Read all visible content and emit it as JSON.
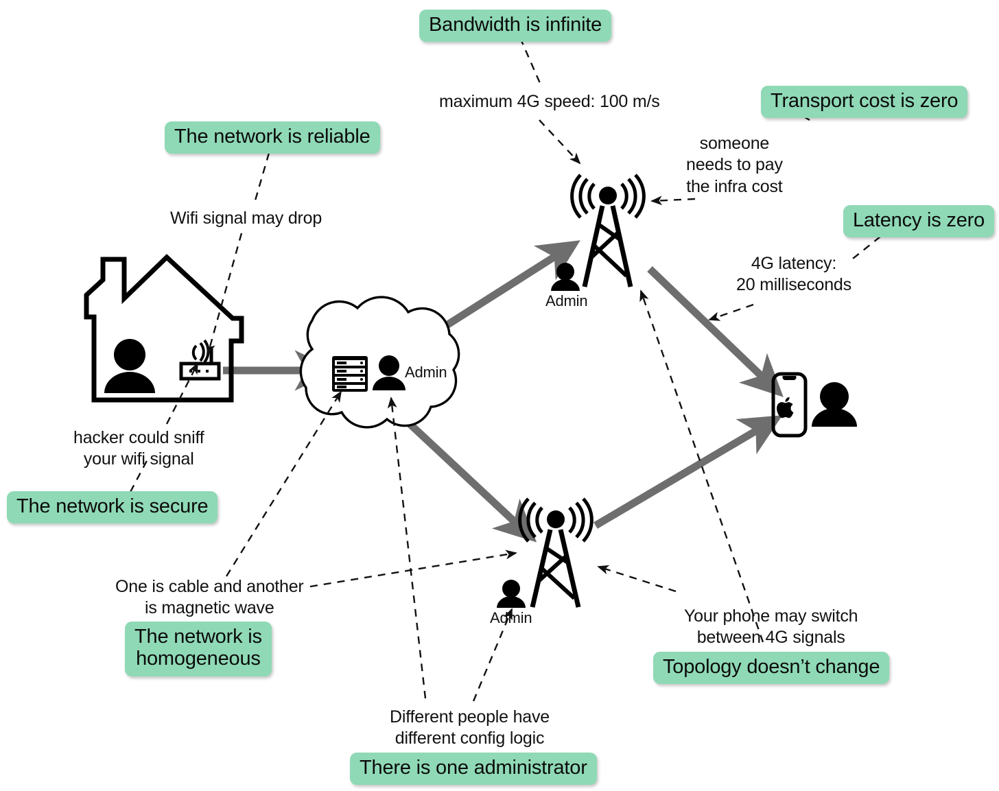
{
  "diagram": {
    "title": "Fallacies of distributed computing illustrated with a home wifi, cloud and 4G network",
    "colors": {
      "fallacy_badge_bg": "#8FD9B6",
      "fallacy_badge_text": "#0b0b0b",
      "flow_arrow": "#6E6E6E",
      "annotation_line": "#111111",
      "icon_stroke": "#000000",
      "background": "#FFFFFF"
    },
    "fallacies": [
      {
        "id": "bandwidth",
        "label": "Bandwidth is infinite"
      },
      {
        "id": "transport-cost",
        "label": "Transport cost is zero"
      },
      {
        "id": "latency",
        "label": "Latency is zero"
      },
      {
        "id": "reliable",
        "label": "The network is reliable"
      },
      {
        "id": "secure",
        "label": "The network is secure"
      },
      {
        "id": "homogeneous",
        "label": "The network is\nhomogeneous"
      },
      {
        "id": "one-admin",
        "label": "There is one administrator"
      },
      {
        "id": "topology",
        "label": "Topology doesn’t change"
      }
    ],
    "notes": [
      {
        "id": "max-speed",
        "text": "maximum 4G speed: 100 m/s"
      },
      {
        "id": "infra-cost",
        "text": "someone\nneeds to pay\nthe infra cost"
      },
      {
        "id": "4g-latency",
        "text": "4G latency:\n20 milliseconds"
      },
      {
        "id": "wifi-drop",
        "text": "Wifi signal may drop"
      },
      {
        "id": "hacker-sniff",
        "text": "hacker could sniff\nyour wifi signal"
      },
      {
        "id": "cable-vs-wave",
        "text": "One is cable and another\nis magnetic wave"
      },
      {
        "id": "config-logic",
        "text": "Different people have\ndifferent config logic"
      },
      {
        "id": "phone-switch",
        "text": "Your phone may switch\nbetween 4G signals"
      }
    ],
    "nodes": [
      {
        "id": "house",
        "label": ""
      },
      {
        "id": "router",
        "label": ""
      },
      {
        "id": "cloud",
        "label": ""
      },
      {
        "id": "server",
        "label": ""
      },
      {
        "id": "cloud-admin",
        "label": "Admin"
      },
      {
        "id": "tower-top",
        "label": ""
      },
      {
        "id": "tower-top-admin",
        "label": "Admin"
      },
      {
        "id": "tower-bottom",
        "label": ""
      },
      {
        "id": "tower-bottom-admin",
        "label": "Admin"
      },
      {
        "id": "phone",
        "label": ""
      },
      {
        "id": "phone-user",
        "label": ""
      }
    ]
  }
}
